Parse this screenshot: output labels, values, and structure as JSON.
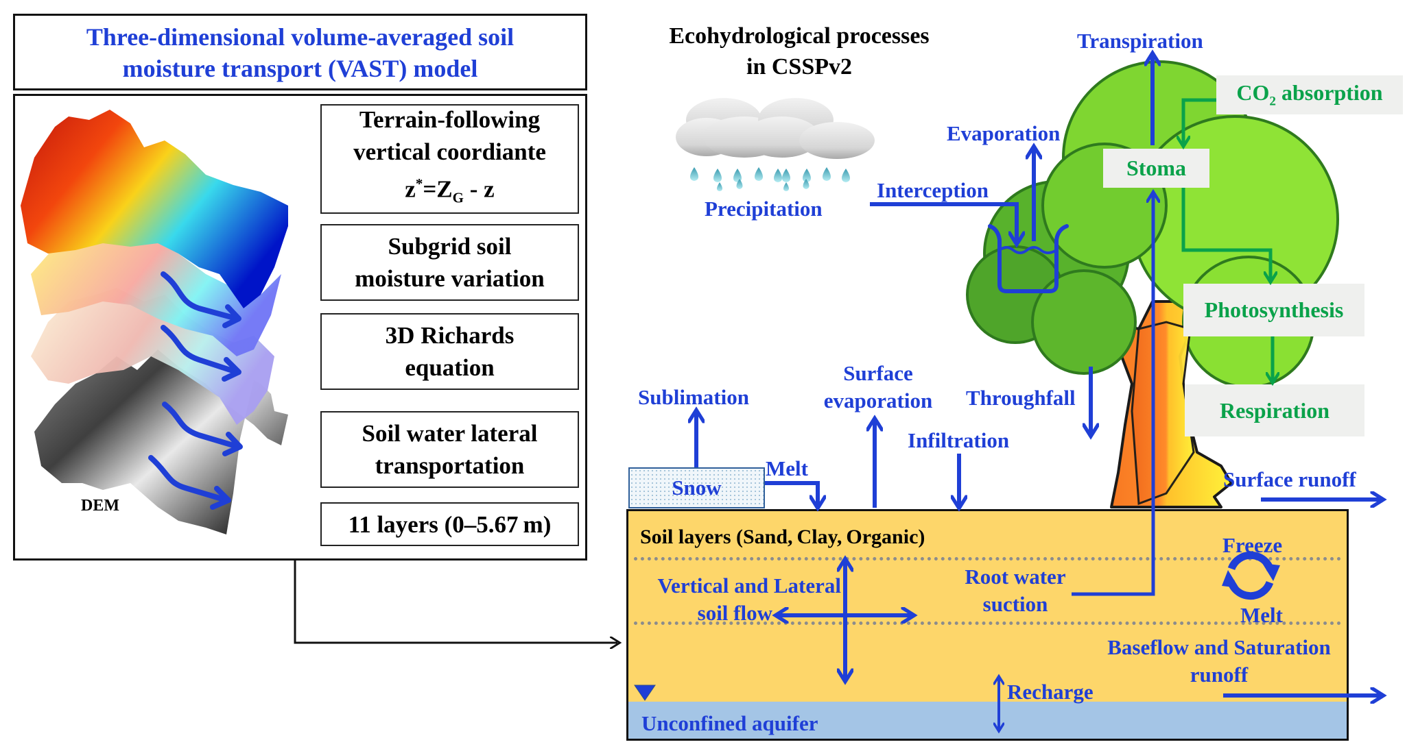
{
  "left_panel": {
    "title_line1": "Three-dimensional volume-averaged soil",
    "title_line2": "moisture transport (VAST) model",
    "dem_label": "DEM",
    "features": [
      {
        "line1": "Terrain-following",
        "line2": "vertical coordiante",
        "eq_z": "z",
        "eq_star": "*",
        "eq_mid": "=Z",
        "eq_sub": "G",
        "eq_end": " - z"
      },
      {
        "line1": "Subgrid soil",
        "line2": "moisture variation"
      },
      {
        "line1": "3D Richards",
        "line2": "equation"
      },
      {
        "line1": "Soil water lateral",
        "line2": "transportation"
      },
      {
        "line1": "11 layers (0–5.67 m)"
      }
    ]
  },
  "right_panel": {
    "title_line1": "Ecohydrological processes",
    "title_line2": "in CSSPv2",
    "labels": {
      "precipitation": "Precipitation",
      "interception": "Interception",
      "evaporation": "Evaporation",
      "transpiration": "Transpiration",
      "co2_prefix": "CO",
      "co2_sub": "2",
      "co2_suffix": " absorption",
      "stoma": "Stoma",
      "photosynthesis": "Photosynthesis",
      "respiration": "Respiration",
      "sublimation": "Sublimation",
      "surface_evap_line1": "Surface",
      "surface_evap_line2": "evaporation",
      "throughfall": "Throughfall",
      "infiltration": "Infiltration",
      "snow": "Snow",
      "melt_snow": "Melt",
      "surface_runoff": "Surface runoff",
      "soil_layers": "Soil layers (Sand, Clay, Organic)",
      "vertical_lateral_line1": "Vertical and Lateral",
      "vertical_lateral_line2": "soil flow",
      "root_water_line1": "Root water",
      "root_water_line2": "suction",
      "freeze": "Freeze",
      "melt_soil": "Melt",
      "baseflow_line1": "Baseflow and Saturation",
      "baseflow_line2": "runoff",
      "recharge": "Recharge",
      "aquifer": "Unconfined aquifer"
    }
  },
  "colors": {
    "process_blue": "#1f3fd6",
    "bio_green": "#0aa24a",
    "soil_yellow": "#fdd66a",
    "aquifer_blue": "#a4c5e6"
  }
}
